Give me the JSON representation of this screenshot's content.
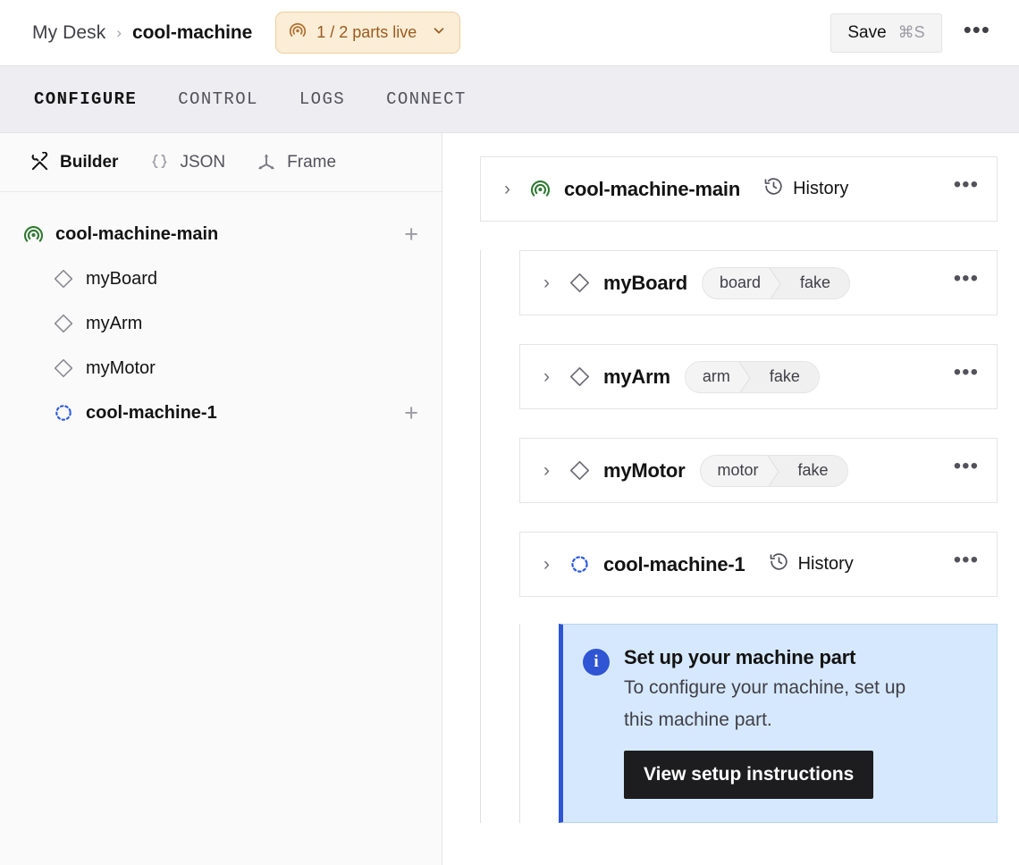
{
  "header": {
    "breadcrumb": {
      "root": "My Desk",
      "separator": "›",
      "current": "cool-machine"
    },
    "parts_badge": {
      "label": "1 / 2 parts live",
      "icon": "radar-icon",
      "chevron": "⌄",
      "bg": "#fbedd6",
      "fg": "#9a5b20"
    },
    "save": {
      "label": "Save",
      "shortcut": "⌘S"
    },
    "overflow": "•••"
  },
  "tabs": [
    {
      "label": "CONFIGURE",
      "active": true
    },
    {
      "label": "CONTROL",
      "active": false
    },
    {
      "label": "LOGS",
      "active": false
    },
    {
      "label": "CONNECT",
      "active": false
    }
  ],
  "sidebar": {
    "view_tabs": [
      {
        "label": "Builder",
        "icon": "tools-icon",
        "active": true
      },
      {
        "label": "JSON",
        "icon": "braces-icon",
        "active": false
      },
      {
        "label": "Frame",
        "icon": "axes-icon",
        "active": false
      }
    ],
    "tree": [
      {
        "label": "cool-machine-main",
        "icon": "radar-icon-green",
        "level": 0,
        "add": "+"
      },
      {
        "label": "myBoard",
        "icon": "diamond-icon",
        "level": 1
      },
      {
        "label": "myArm",
        "icon": "diamond-icon",
        "level": 1
      },
      {
        "label": "myMotor",
        "icon": "diamond-icon",
        "level": 1
      },
      {
        "label": "cool-machine-1",
        "icon": "dashed-circle-icon",
        "level": 0,
        "add": "+"
      }
    ]
  },
  "main": {
    "root_card": {
      "title": "cool-machine-main",
      "icon": "radar-icon-green",
      "history_label": "History",
      "kebab": "•••",
      "chevron": "›"
    },
    "parts": [
      {
        "title": "myBoard",
        "icon": "diamond-icon",
        "type": "board",
        "model": "fake",
        "kebab": "•••",
        "chevron": "›"
      },
      {
        "title": "myArm",
        "icon": "diamond-icon",
        "type": "arm",
        "model": "fake",
        "kebab": "•••",
        "chevron": "›"
      },
      {
        "title": "myMotor",
        "icon": "diamond-icon",
        "type": "motor",
        "model": "fake",
        "kebab": "•••",
        "chevron": "›"
      }
    ],
    "sub_machine_card": {
      "title": "cool-machine-1",
      "icon": "dashed-circle-icon",
      "history_label": "History",
      "kebab": "•••",
      "chevron": "›"
    },
    "callout": {
      "icon": "info-icon",
      "heading": "Set up your machine part",
      "body": "To configure your machine, set up this machine part.",
      "button_label": "View setup instructions",
      "accent": "#2f55d4",
      "bg": "#d6e8fd"
    }
  }
}
